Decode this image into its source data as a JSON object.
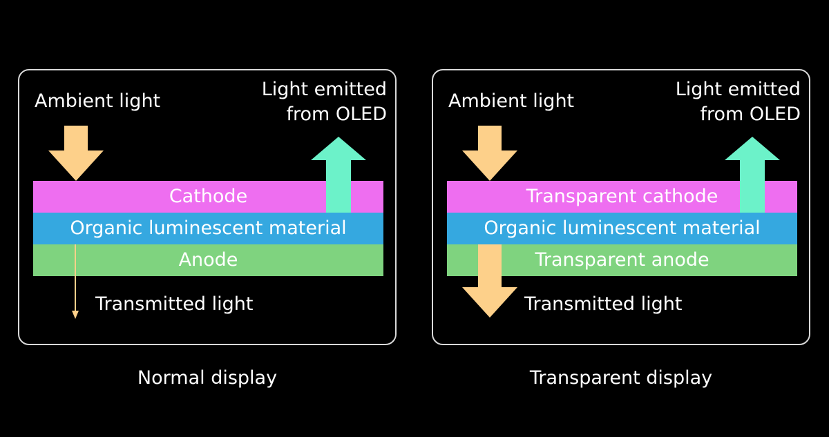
{
  "colors": {
    "background": "#000000",
    "border": "#d9d9d9",
    "cathode": "#ee6ef0",
    "organic": "#35a8e0",
    "anode": "#7fd37f",
    "ambient_arrow": "#fdd08a",
    "emitted_arrow": "#6cf2c9",
    "text": "#ffffff"
  },
  "icons": {
    "ambient": "arrow-down-icon",
    "emitted": "arrow-up-icon",
    "transmitted_thin": "thin-arrow-down-icon",
    "transmitted_wide": "arrow-down-icon"
  },
  "normal": {
    "ambient_label": "Ambient light",
    "emitted_label": "Light emitted\nfrom OLED",
    "layers": [
      "Cathode",
      "Organic luminescent material",
      "Anode"
    ],
    "transmitted_label": "Transmitted light",
    "caption": "Normal display"
  },
  "transparent": {
    "ambient_label": "Ambient light",
    "emitted_label": "Light emitted\nfrom OLED",
    "layers": [
      "Transparent cathode",
      "Organic luminescent material",
      "Transparent anode"
    ],
    "transmitted_label": "Transmitted light",
    "caption": "Transparent display"
  }
}
